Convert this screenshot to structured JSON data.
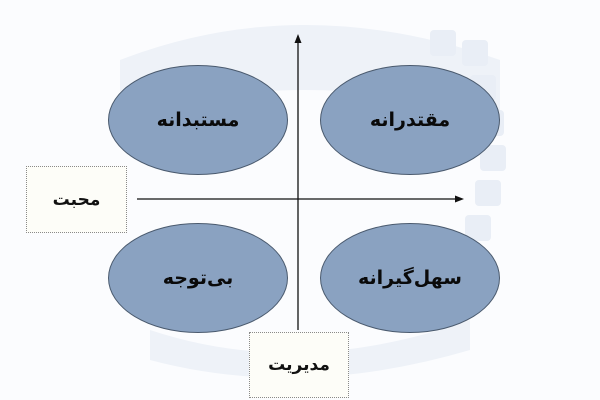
{
  "diagram": {
    "quadrants": {
      "top_left": "مستبدانه",
      "top_right": "مقتدرانه",
      "bottom_left": "بی‌توجه",
      "bottom_right": "سهل‌گیرانه"
    },
    "axis_labels": {
      "horizontal": "محبت",
      "vertical": "مدیریت"
    }
  },
  "colors": {
    "ellipse_fill": "#8aa2c1",
    "ellipse_border": "#4a5a6e",
    "axis_line": "#111111",
    "watermark": "#eef2f8"
  },
  "icons": {
    "watermark": "faradars-logo-watermark"
  }
}
